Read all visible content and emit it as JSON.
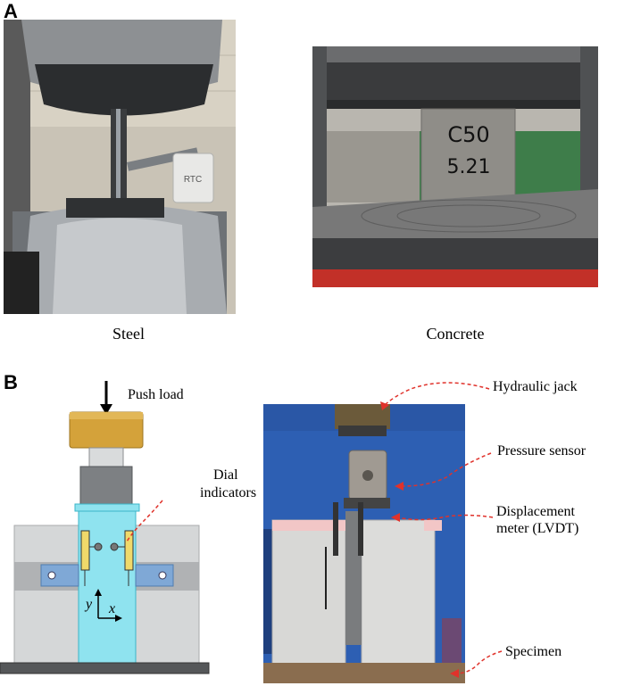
{
  "panel_a": {
    "letter": "A",
    "steel_caption": "Steel",
    "concrete_caption": "Concrete",
    "specimen_marking_line1": "C50",
    "specimen_marking_line2": "5.21"
  },
  "panel_b": {
    "letter": "B",
    "diagram": {
      "push_load": "Push load",
      "dial_indicators_line1": "Dial",
      "dial_indicators_line2": "indicators",
      "axis_y": "y",
      "axis_x": "x"
    },
    "photo_labels": {
      "hydraulic_jack": "Hydraulic jack",
      "pressure_sensor": "Pressure sensor",
      "displacement_meter_line1": "Displacement",
      "displacement_meter_line2": "meter (LVDT)",
      "specimen": "Specimen"
    }
  }
}
